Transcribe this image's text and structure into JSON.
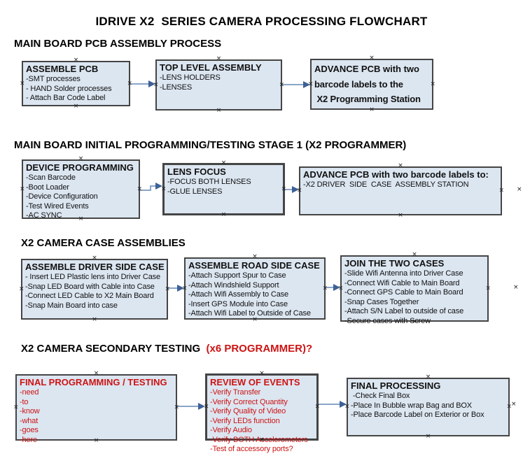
{
  "title": "IDRIVE X2  SERIES CAMERA PROCESSING FLOWCHART",
  "colors": {
    "box_fill": "#dce6f1",
    "box_border": "#454545",
    "red": "#cc1414",
    "arrow_line": "#8aa5c8",
    "arrow_head": "#3d6197",
    "marker": "#1a1a1a"
  },
  "sections": [
    {
      "header": "MAIN BOARD PCB ASSEMBLY PROCESS",
      "boxes": [
        {
          "title": "ASSEMBLE PCB",
          "items": [
            "-SMT processes",
            "- HAND Solder processes",
            "- Attach Bar Code Label"
          ]
        },
        {
          "title": "TOP LEVEL ASSEMBLY",
          "items": [
            "-LENS HOLDERS",
            "-LENSES"
          ]
        },
        {
          "title": "ADVANCE PCB with two",
          "items": [
            "barcode labels to the",
            " X2 Programming Station"
          ]
        }
      ]
    },
    {
      "header": "MAIN BOARD INITIAL PROGRAMMING/TESTING STAGE 1 (X2 PROGRAMMER)",
      "boxes": [
        {
          "title": "DEVICE PROGRAMMING",
          "items": [
            "-Scan Barcode",
            "-Boot Loader",
            "-Device Configuration",
            "-Test Wired Events",
            "-AC SYNC"
          ]
        },
        {
          "title": "LENS FOCUS",
          "items": [
            "-FOCUS BOTH LENSES",
            "-GLUE LENSES"
          ]
        },
        {
          "title": "ADVANCE PCB with two barcode labels to:",
          "items": [
            "-X2 DRIVER  SIDE  CASE  ASSEMBLY STATION"
          ]
        }
      ]
    },
    {
      "header": "X2 CAMERA CASE ASSEMBLIES",
      "boxes": [
        {
          "title": "ASSEMBLE DRIVER SIDE CASE",
          "items": [
            "- Insert LED Plastic lens into Driver Case",
            "-Snap LED Board with Cable into Case",
            "-Connect LED Cable to X2 Main Board",
            "-Snap Main Board into case"
          ]
        },
        {
          "title": "ASSEMBLE ROAD SIDE CASE",
          "items": [
            "-Attach Support Spur to Case",
            "-Attach Windshield Support",
            "-Attach Wifi Assembly to Case",
            "-Insert GPS Module into Case",
            "-Attach Wifi Label to Outside of Case"
          ]
        },
        {
          "title": "JOIN THE TWO CASES",
          "items": [
            "-Slide Wifi Antenna into Driver Case",
            "-Connect Wifi Cable to Main Board",
            "-Connect GPS Cable to Main Board",
            "-Snap Cases Together",
            "-Attach S/N Label to outside of case",
            "-Secure cases with Screw"
          ]
        }
      ]
    },
    {
      "header": "X2 CAMERA SECONDARY TESTING ",
      "header_red": " (x6 PROGRAMMER)?",
      "boxes": [
        {
          "title": "FINAL PROGRAMMING / TESTING",
          "items": [
            "-need",
            "-to",
            "-know",
            "-what",
            "-goes",
            "-here"
          ]
        },
        {
          "title": "REVIEW OF EVENTS",
          "items": [
            "-Verify Transfer",
            "-Verify Correct Quantity",
            "-Verify Quality of Video",
            "-Verify LEDs function",
            "-Verify Audio",
            "-Verify BOTH Accelerometers",
            "-Test of accessory ports?"
          ]
        },
        {
          "title": "FINAL PROCESSING",
          "items": [
            " -Check Final Box",
            "-Place In Bubble wrap Bag and BOX",
            "-Place Barcode Label on Exterior or Box"
          ]
        }
      ]
    }
  ]
}
